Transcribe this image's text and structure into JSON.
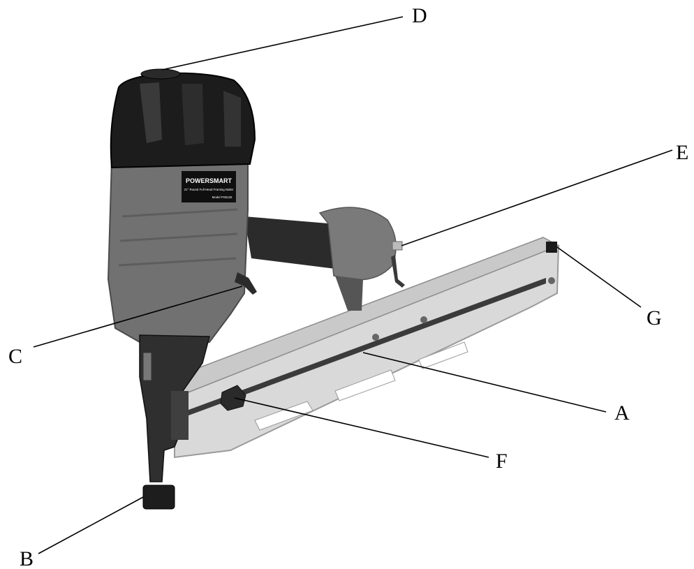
{
  "diagram": {
    "colors": {
      "housing_gray": "#6e6e6e",
      "housing_dark": "#3a3a3a",
      "cap_black": "#1a1a1a",
      "rubber_black": "#222222",
      "magazine_silver": "#d7d7d7",
      "magazine_edge": "#9a9a9a",
      "line": "#000000"
    },
    "brand_label": {
      "brand": "POWERSMART",
      "line1": "21° Round Full Head Framing Nailer",
      "line2": "Model PS5125"
    },
    "callouts": {
      "A": "A",
      "B": "B",
      "C": "C",
      "D": "D",
      "E": "E",
      "F": "F",
      "G": "G"
    }
  }
}
